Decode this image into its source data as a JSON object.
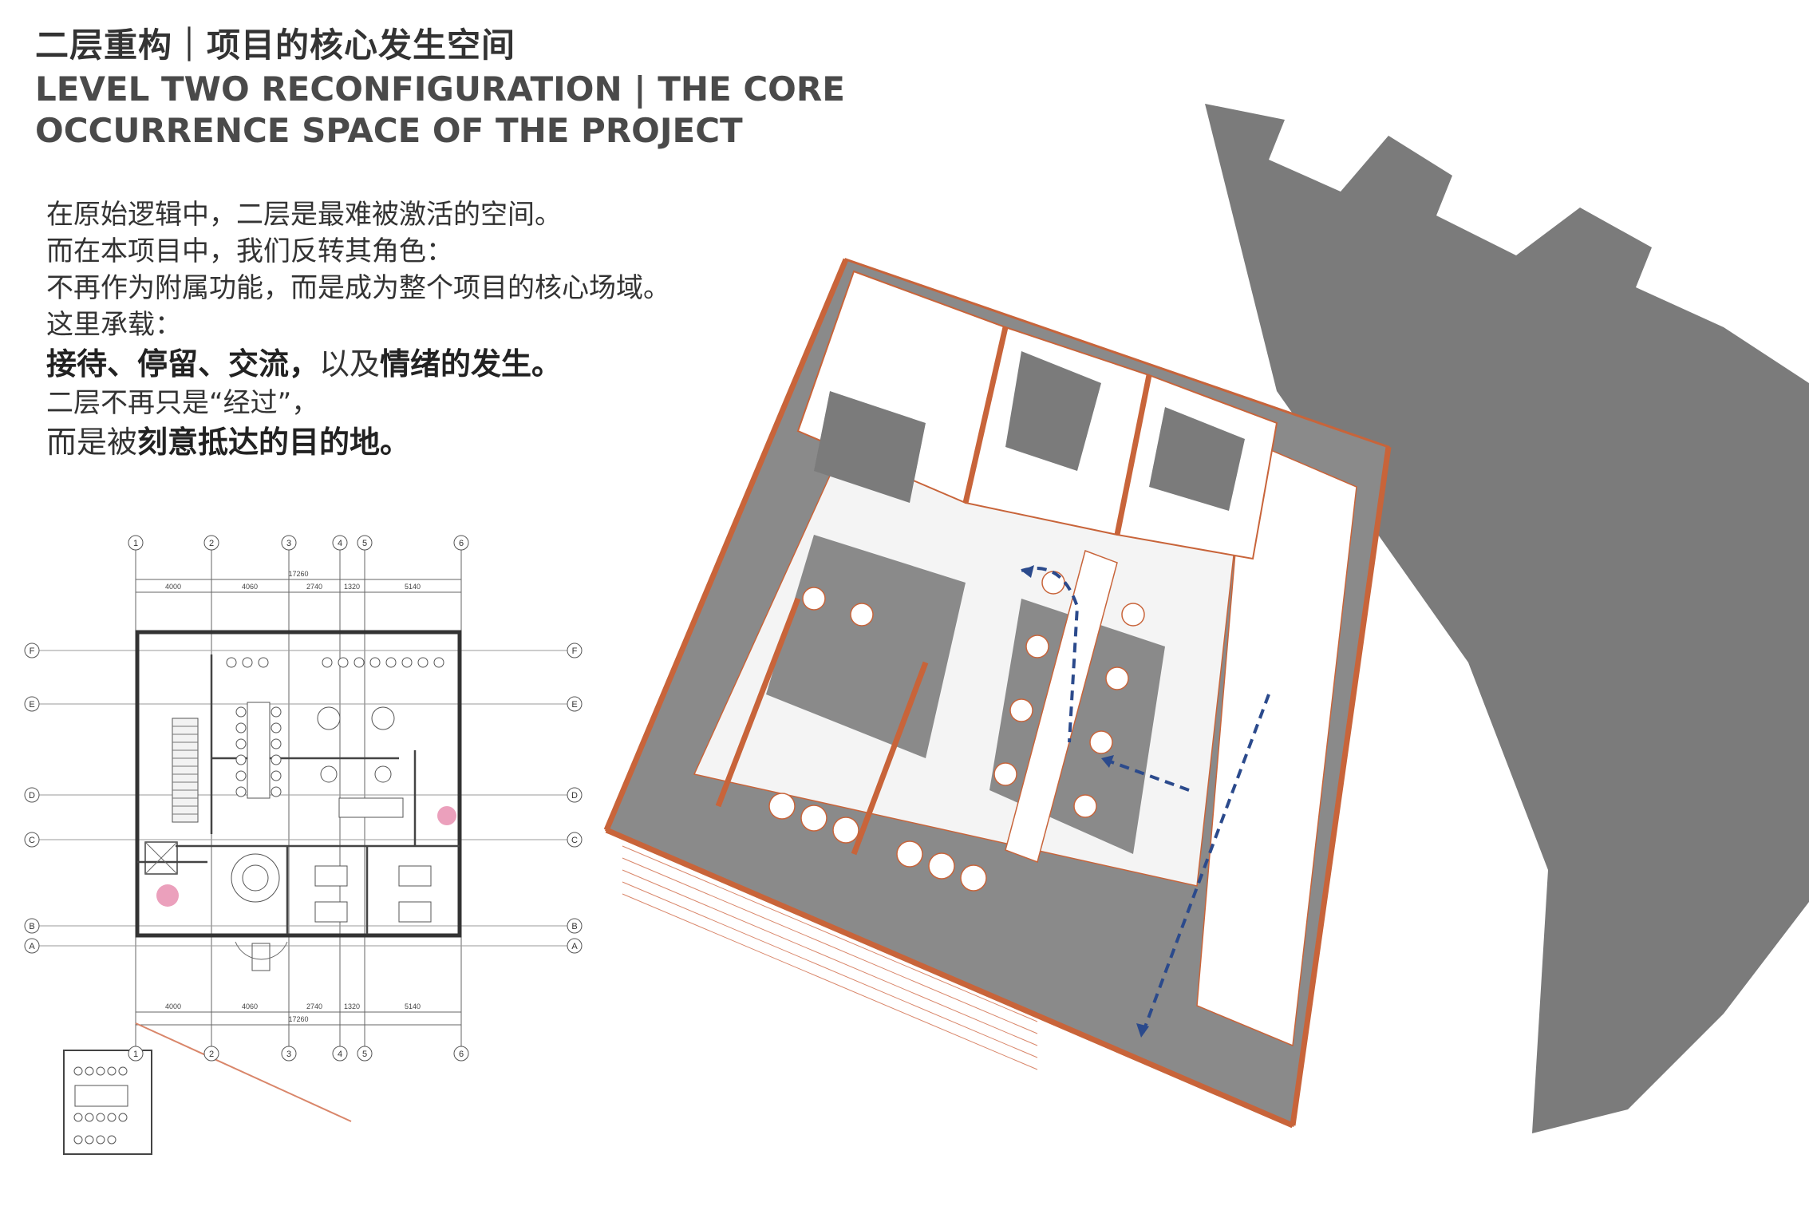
{
  "heading": {
    "title_cn": "二层重构｜项目的核心发生空间",
    "title_en_line1": "LEVEL TWO RECONFIGURATION | THE CORE",
    "title_en_line2": "OCCURRENCE SPACE OF THE PROJECT"
  },
  "body": {
    "line1": "在原始逻辑中，二层是最难被激活的空间。",
    "line2": "而在本项目中，我们反转其角色：",
    "line3": "不再作为附属功能，而是成为整个项目的核心场域。",
    "line4": "这里承载：",
    "line5_bold1": "接待、停留、交流，",
    "line5_normal": "以及",
    "line5_bold2": "情绪的发生。",
    "line6": "二层不再只是“经过”，",
    "line7_normal": "而是被",
    "line7_bold": "刻意抵达的目的地。"
  },
  "plan": {
    "col_labels": [
      "1",
      "2",
      "3",
      "4",
      "5",
      "6"
    ],
    "row_labels": [
      "F",
      "E",
      "D",
      "C",
      "B",
      "A"
    ],
    "dims_top": [
      "4000",
      "4060",
      "2740",
      "1320",
      "5140"
    ],
    "dim_total": "17260",
    "dims_bottom": [
      "4000",
      "4060",
      "2740",
      "1320",
      "5140"
    ]
  },
  "colors": {
    "terracotta": "#c8643a",
    "shadow": "#7b7b7b",
    "arrow": "#2b4a8c",
    "linework": "#555555"
  }
}
